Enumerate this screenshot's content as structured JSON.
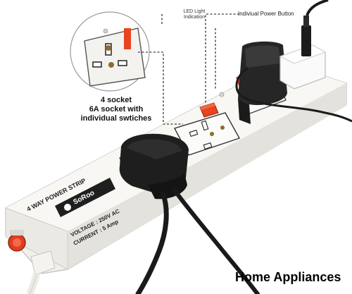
{
  "callouts": {
    "led": [
      "LED Light",
      "Indication"
    ],
    "power_button": "Indiviual Power Button",
    "socket_caption": [
      "4 socket",
      "6A socket with",
      "individual swtiches"
    ]
  },
  "strip": {
    "title": "4 WAY POWER STRIP",
    "brand": "SoRoo",
    "voltage": "VOLTAGE : 250V AC",
    "current": "CURRENT : 5 Amp"
  },
  "footer": {
    "category": "Home Appliances"
  },
  "colors": {
    "strip_body": "#f1f0ec",
    "switch_red": "#e8441f",
    "plug_black": "#1e1e1e",
    "leader_line": "#111111"
  }
}
